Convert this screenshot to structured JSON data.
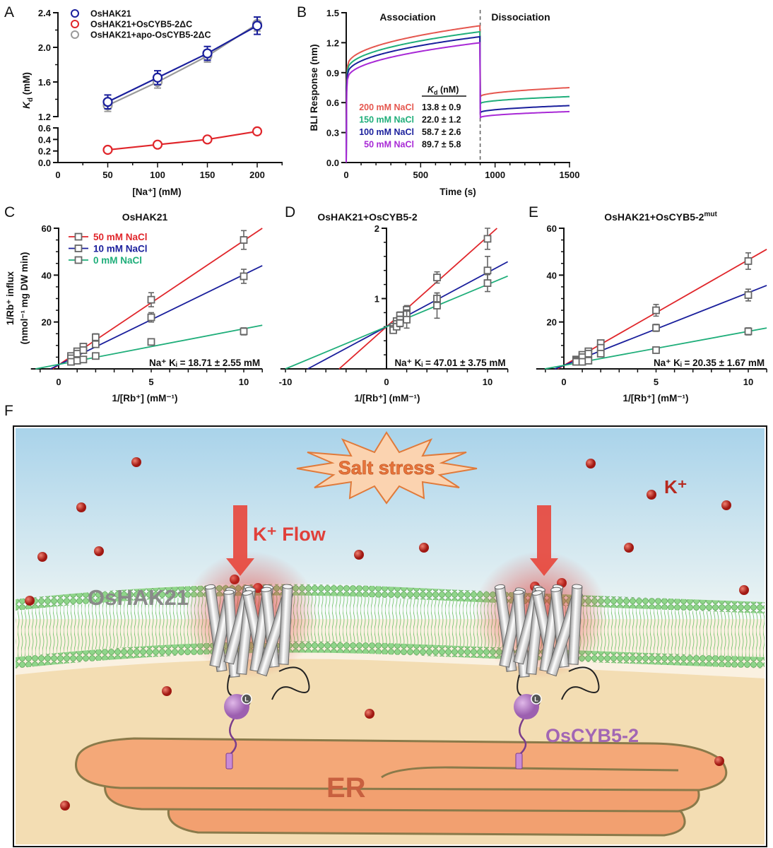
{
  "figure": {
    "panel_labels": [
      "A",
      "B",
      "C",
      "D",
      "E",
      "F"
    ]
  },
  "chart_data": [
    {
      "panel": "A",
      "type": "line",
      "xlabel": "[Na⁺] (mM)",
      "ylabel_k": "K",
      "ylabel_sub": "d",
      "ylabel_unit": " (mM)",
      "xlim": [
        0,
        225
      ],
      "xticks": [
        0,
        50,
        100,
        150,
        200
      ],
      "ylim_upper": [
        1.2,
        2.4
      ],
      "yticks_upper": [
        "1.2",
        "1.6",
        "2.0",
        "2.4"
      ],
      "ylim_lower": [
        0,
        0.6
      ],
      "yticks_lower": [
        "0.0",
        "0.2",
        "0.4",
        "0.6"
      ],
      "x": [
        50,
        100,
        150,
        200
      ],
      "legend_position": "top-left",
      "series": [
        {
          "name": "OsHAK21+apo-OsCYB5-2ΔC",
          "color": "#9a9a9a",
          "values": [
            1.33,
            1.6,
            1.9,
            2.27
          ],
          "errors": [
            0.07,
            0.07,
            0.07,
            0.08
          ]
        },
        {
          "name": "OsHAK21",
          "color": "#1a1f9c",
          "values": [
            1.37,
            1.65,
            1.93,
            2.25
          ],
          "errors": [
            0.08,
            0.08,
            0.08,
            0.1
          ]
        },
        {
          "name": "OsHAK21+OsCYB5-2ΔC",
          "color": "#e0262b",
          "values": [
            0.22,
            0.31,
            0.4,
            0.54
          ],
          "errors": [
            0.01,
            0.01,
            0.01,
            0.01
          ]
        }
      ],
      "legend_order": [
        1,
        2,
        0
      ]
    },
    {
      "panel": "B",
      "type": "line",
      "xlabel": "Time (s)",
      "ylabel": "BLI Response (nm)",
      "xlim": [
        0,
        1500
      ],
      "xticks": [
        0,
        500,
        1000,
        1500
      ],
      "ylim": [
        0,
        1.5
      ],
      "yticks": [
        "0.0",
        "0.3",
        "0.6",
        "0.9",
        "1.2",
        "1.5"
      ],
      "phase_switch_time": 900,
      "annotations": {
        "association": "Association",
        "dissociation": "Dissociation",
        "kd_header_k": "K",
        "kd_header_sub": "d",
        "kd_header_unit": " (nM)"
      },
      "series": [
        {
          "name": "200 mM NaCl",
          "kd": "13.8 ± 0.9",
          "color": "#e5574f",
          "assoc_start": 0.96,
          "assoc_end": 1.37,
          "dissoc_start": 0.66,
          "dissoc_end": 0.75
        },
        {
          "name": "150 mM NaCl",
          "kd": "22.0 ± 1.2",
          "color": "#1fae7a",
          "assoc_start": 0.92,
          "assoc_end": 1.31,
          "dissoc_start": 0.59,
          "dissoc_end": 0.66
        },
        {
          "name": "100 mM NaCl",
          "kd": "58.7 ± 2.6",
          "color": "#1a1f9c",
          "assoc_start": 0.88,
          "assoc_end": 1.26,
          "dissoc_start": 0.5,
          "dissoc_end": 0.57
        },
        {
          "name": "50 mM NaCl",
          "kd": "89.7 ± 5.8",
          "color": "#a829d6",
          "assoc_start": 0.83,
          "assoc_end": 1.2,
          "dissoc_start": 0.45,
          "dissoc_end": 0.51
        }
      ]
    },
    {
      "panel": "C",
      "type": "scatter",
      "title": "OsHAK21",
      "title_sup": "",
      "xlabel": "1/[Rb⁺] (mM⁻¹)",
      "ylabel_1": "1/Rb⁺ influx",
      "ylabel_2": "(nmol⁻¹ mg DW min)",
      "xlim": [
        -1.5,
        11
      ],
      "xticks": [
        "0",
        "5",
        "10"
      ],
      "ylim": [
        0,
        60
      ],
      "yticks": [
        "20",
        "40",
        "60"
      ],
      "ki_text": "Na⁺ Kᵢ = 18.71 ± 2.55 mM",
      "x": [
        0.667,
        1,
        1.333,
        2,
        5,
        10
      ],
      "legend_position": "top-left",
      "series": [
        {
          "name": "50 mM NaCl",
          "color": "#e0262b",
          "values": [
            5.5,
            7.5,
            9.5,
            13.5,
            29.5,
            55
          ],
          "errors": [
            1,
            1,
            1,
            1.5,
            3,
            4
          ],
          "fit": {
            "slope": 5.3,
            "intercept": 1.7
          }
        },
        {
          "name": "10 mM NaCl",
          "color": "#1a1f9c",
          "values": [
            4.5,
            6.5,
            8,
            10.5,
            22,
            39.5
          ],
          "errors": [
            0.8,
            0.8,
            0.8,
            1,
            2,
            3
          ],
          "fit": {
            "slope": 3.85,
            "intercept": 1.7
          }
        },
        {
          "name": "0 mM NaCl",
          "color": "#1fae7a",
          "values": [
            3,
            3.5,
            4,
            5.5,
            11.5,
            16
          ],
          "errors": [
            0.5,
            0.5,
            0.5,
            0.7,
            1,
            1.5
          ],
          "fit": {
            "slope": 1.52,
            "intercept": 1.9
          }
        }
      ]
    },
    {
      "panel": "D",
      "type": "scatter",
      "title": "OsHAK21+OsCYB5-2",
      "title_sup": "",
      "xlabel": "1/[Rb⁺] (mM⁻¹)",
      "xlim": [
        -10.5,
        12
      ],
      "xticks": [
        "-10",
        "0",
        "10"
      ],
      "ylim": [
        0,
        2
      ],
      "yticks": [
        "1",
        "2"
      ],
      "ki_text": "Na⁺ Kᵢ = 47.01 ± 3.75 mM",
      "x": [
        0.667,
        1,
        1.333,
        2,
        5,
        10
      ],
      "series": [
        {
          "name": "50 mM NaCl",
          "color": "#e0262b",
          "values": [
            0.6,
            0.68,
            0.76,
            0.84,
            1.3,
            1.85
          ],
          "errors": [
            0.04,
            0.04,
            0.05,
            0.06,
            0.08,
            0.15
          ],
          "fit": {
            "slope": 0.128,
            "intercept": 0.6
          }
        },
        {
          "name": "10 mM NaCl",
          "color": "#1a1f9c",
          "values": [
            0.57,
            0.64,
            0.7,
            0.78,
            1.0,
            1.4
          ],
          "errors": [
            0.04,
            0.04,
            0.05,
            0.06,
            0.08,
            0.2
          ],
          "fit": {
            "slope": 0.077,
            "intercept": 0.6
          }
        },
        {
          "name": "0 mM NaCl",
          "color": "#1fae7a",
          "values": [
            0.55,
            0.6,
            0.65,
            0.7,
            0.9,
            1.22
          ],
          "errors": [
            0.04,
            0.04,
            0.05,
            0.12,
            0.18,
            0.12
          ],
          "fit": {
            "slope": 0.06,
            "intercept": 0.6
          }
        }
      ]
    },
    {
      "panel": "E",
      "type": "scatter",
      "title": "OsHAK21+OsCYB5-2",
      "title_sup": "mut",
      "xlabel": "1/[Rb⁺] (mM⁻¹)",
      "xlim": [
        -1.5,
        11
      ],
      "xticks": [
        "0",
        "5",
        "10"
      ],
      "ylim": [
        0,
        60
      ],
      "yticks": [
        "20",
        "40",
        "60"
      ],
      "ki_text": "Na⁺ Kᵢ = 20.35 ± 1.67 mM",
      "x": [
        0.667,
        1,
        1.333,
        2,
        5,
        10
      ],
      "series": [
        {
          "name": "50 mM NaCl",
          "color": "#e0262b",
          "values": [
            4,
            6,
            7.5,
            11,
            25,
            46
          ],
          "errors": [
            0.8,
            0.8,
            1,
            1.2,
            2.5,
            3.5
          ],
          "fit": {
            "slope": 4.5,
            "intercept": 1.5
          }
        },
        {
          "name": "10 mM NaCl",
          "color": "#1a1f9c",
          "values": [
            3.5,
            5,
            6.5,
            9,
            17.5,
            31.5
          ],
          "errors": [
            0.6,
            0.6,
            0.8,
            1,
            1.5,
            2.5
          ],
          "fit": {
            "slope": 3.1,
            "intercept": 1.5
          }
        },
        {
          "name": "0 mM NaCl",
          "color": "#1fae7a",
          "values": [
            3,
            3,
            3.5,
            6.5,
            8,
            16
          ],
          "errors": [
            0.5,
            0.5,
            0.5,
            0.7,
            0.7,
            1.5
          ],
          "fit": {
            "slope": 1.45,
            "intercept": 1.5
          }
        }
      ]
    }
  ],
  "diagram": {
    "salt_stress": "Salt stress",
    "k_ion": "K⁺",
    "k_flow": "K⁺ Flow",
    "channel": "OsHAK21",
    "cyb5": "OsCYB5-2",
    "er": "ER",
    "l_badge": "L",
    "colors": {
      "sky_top": "#a9d3ea",
      "sky_bottom": "#e8f2f5",
      "cytoplasm": "#f3ddb3",
      "membrane": "#7fcf7a",
      "ion": "#c0261f",
      "er": "#f2a070",
      "cyb5": "#b77cc4"
    }
  }
}
